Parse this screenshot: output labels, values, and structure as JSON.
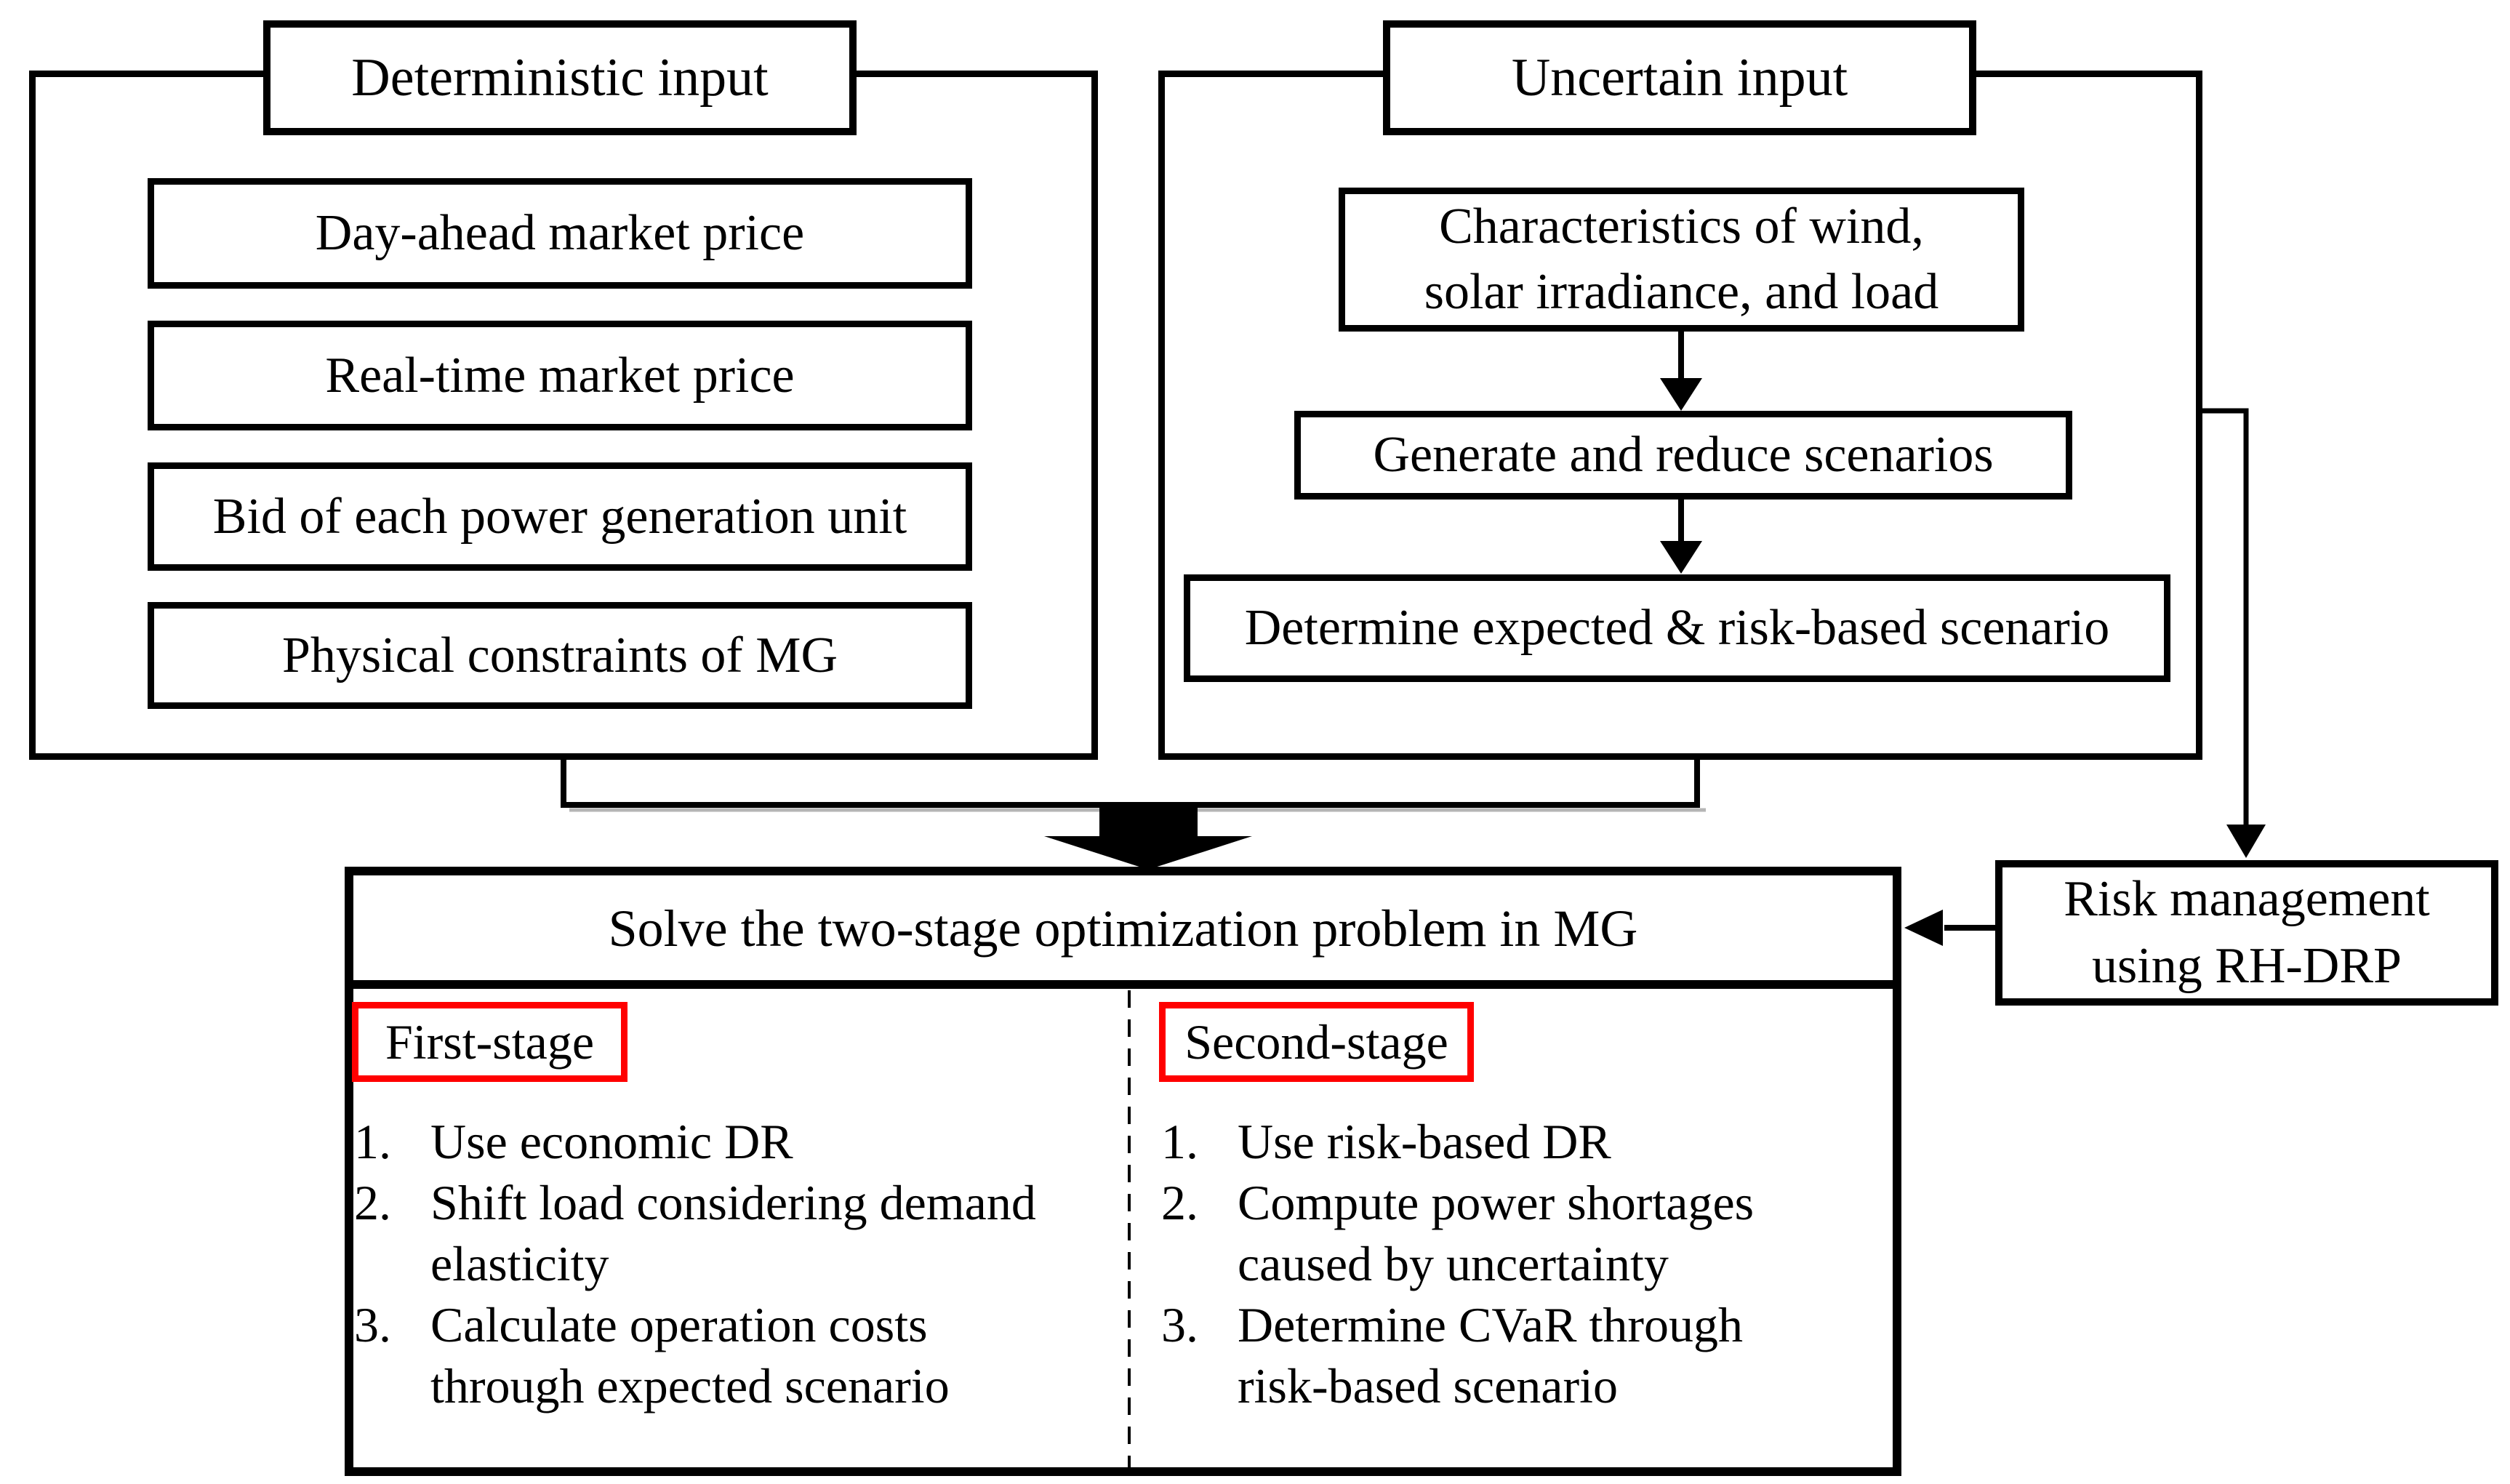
{
  "colors": {
    "line": "#000000",
    "stage_border": "#ff0000",
    "background": "#ffffff"
  },
  "deterministic": {
    "title": "Deterministic input",
    "items": [
      {
        "label": "Day-ahead market price"
      },
      {
        "label": "Real-time market price"
      },
      {
        "label": "Bid of each power generation unit"
      },
      {
        "label": "Physical constraints of MG"
      }
    ]
  },
  "uncertain": {
    "title": "Uncertain input",
    "characteristics": {
      "line1": "Characteristics of wind,",
      "line2": "solar irradiance, and load"
    },
    "generate": "Generate and reduce scenarios",
    "determine": "Determine expected & risk-based scenario"
  },
  "solve": {
    "title": "Solve the two-stage optimization problem in MG",
    "first_stage": {
      "label": "First-stage",
      "items": [
        {
          "num": "1.",
          "line1": "Use economic DR"
        },
        {
          "num": "2.",
          "line1": "Shift load considering demand",
          "line2": "elasticity"
        },
        {
          "num": "3.",
          "line1": "Calculate operation costs",
          "line2": "through expected scenario"
        }
      ]
    },
    "second_stage": {
      "label": "Second-stage",
      "items": [
        {
          "num": "1.",
          "line1": "Use risk-based DR"
        },
        {
          "num": "2.",
          "line1": "Compute power shortages",
          "line2": "caused by uncertainty"
        },
        {
          "num": "3.",
          "line1": "Determine CVaR through",
          "line2": "risk-based scenario"
        }
      ]
    }
  },
  "risk": {
    "line1": "Risk management",
    "line2": "using RH-DRP"
  }
}
